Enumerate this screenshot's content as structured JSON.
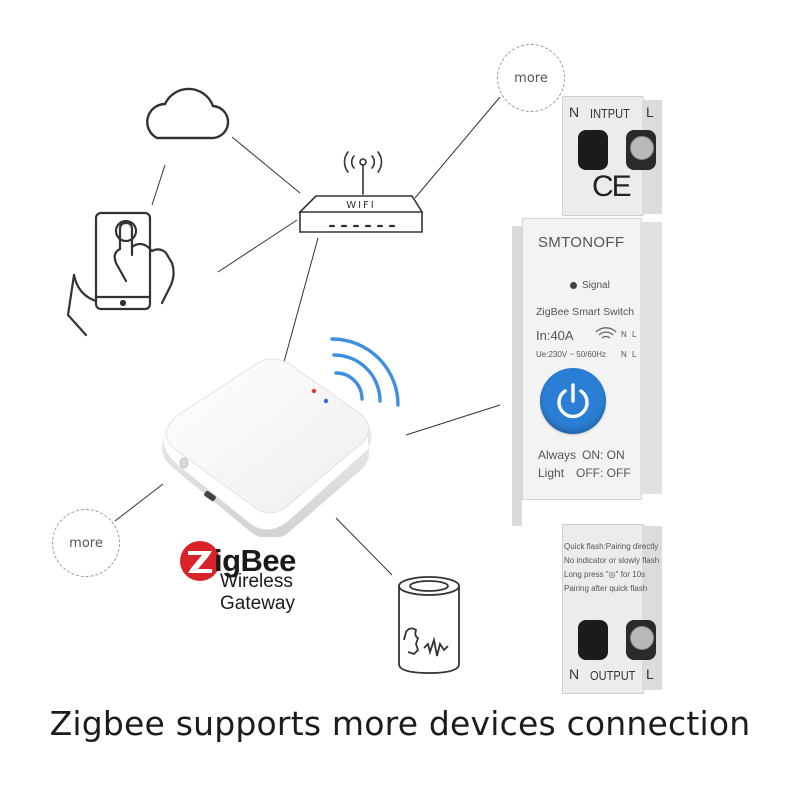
{
  "more_label": "more",
  "caption": "Zigbee supports more devices connection",
  "router": {
    "label": "WIFI"
  },
  "gateway": {
    "logo_letter": "Z",
    "logo_brand": "igBee",
    "line1": "Wireless",
    "line2": "Gateway"
  },
  "breaker": {
    "top_n": "N",
    "top_label": "INTPUT",
    "top_l": "L",
    "ce_mark": "CE",
    "brand": "SMTONOFF",
    "signal": "Signal",
    "model": "ZigBee Smart Switch",
    "rating": "In:40A",
    "voltage": "Ue:230V ~ 50/60Hz",
    "n1": "N",
    "l1": "L",
    "n2": "N",
    "l2": "L",
    "always": "Always",
    "light": "Light",
    "on_text": "ON: ON",
    "off_text": "OFF: OFF",
    "instr1": "Quick flash:Pairing directly",
    "instr2": "No indicator or slowly flash",
    "instr3": "Long press \"◎\" for 10s",
    "instr4": "Pairing after quick flash",
    "bottom_n": "N",
    "bottom_label": "OUTPUT",
    "bottom_l": "L"
  },
  "colors": {
    "button_blue": "#2a7fd4",
    "signal_blue": "#3f8fe0",
    "zigbee_red": "#d8232a"
  }
}
